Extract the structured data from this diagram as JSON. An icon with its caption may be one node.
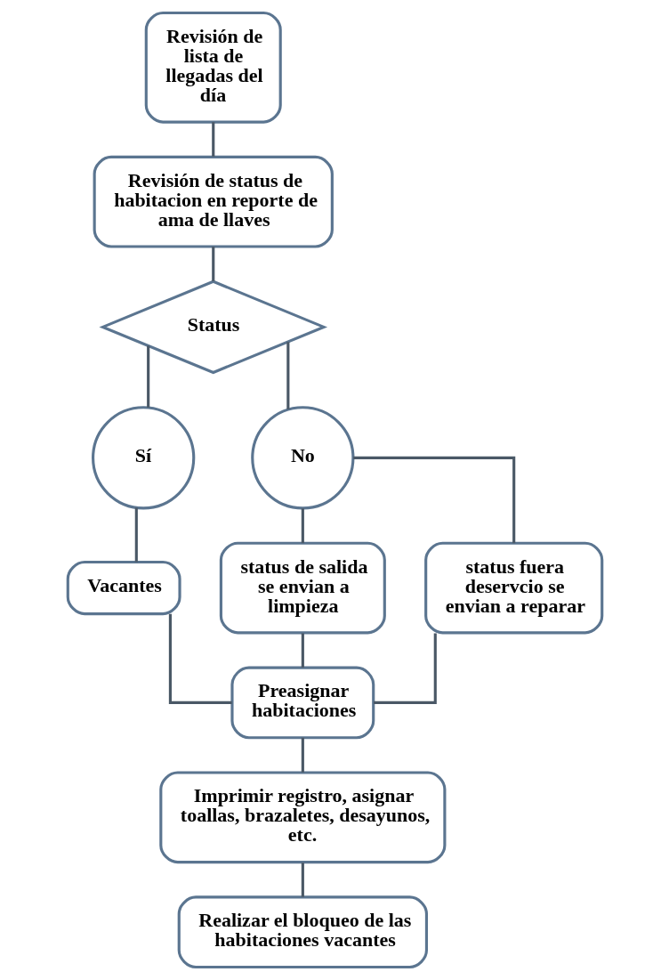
{
  "diagram": {
    "nodes": [
      {
        "text": [
          "Revisión de lista de llegadas del día"
        ]
      },
      {
        "text": [
          "Revisión de status de habitacion en reporte de ama de llaves"
        ]
      },
      {
        "text": [
          "Status"
        ]
      },
      {
        "text": [
          "Sí"
        ]
      },
      {
        "text": [
          "No"
        ]
      },
      {
        "text": [
          "Vacantes"
        ]
      },
      {
        "text": [
          "status de salida se envian a limpieza"
        ]
      },
      {
        "text": [
          "status fuera deservcio se envian a reparar"
        ]
      },
      {
        "text": [
          "Preasignar habitaciones"
        ]
      },
      {
        "text": [
          "Imprimir registro, asignar toallas, brazaletes, desayunos, etc."
        ]
      },
      {
        "text": [
          "Realizar el bloqueo de las habitaciones vacantes"
        ]
      }
    ],
    "edges": [
      {
        "from": 0,
        "to": 1,
        "arrow": "none"
      },
      {
        "from": 1,
        "to": 2,
        "arrow": "none"
      },
      {
        "from": 2,
        "to": 3,
        "arrow": "none"
      },
      {
        "from": 2,
        "to": 4,
        "arrow": "none"
      },
      {
        "from": 3,
        "to": 5,
        "arrow": "none"
      },
      {
        "from": 4,
        "to": 6,
        "arrow": "none"
      },
      {
        "from": 4,
        "to": 7,
        "arrow": "none"
      },
      {
        "from": 5,
        "to": 8,
        "arrow": "none"
      },
      {
        "from": 6,
        "to": 8,
        "arrow": "none"
      },
      {
        "from": 7,
        "to": 8,
        "arrow": "none"
      },
      {
        "from": 8,
        "to": 9,
        "arrow": "none"
      },
      {
        "from": 9,
        "to": 10,
        "arrow": "none"
      }
    ]
  }
}
